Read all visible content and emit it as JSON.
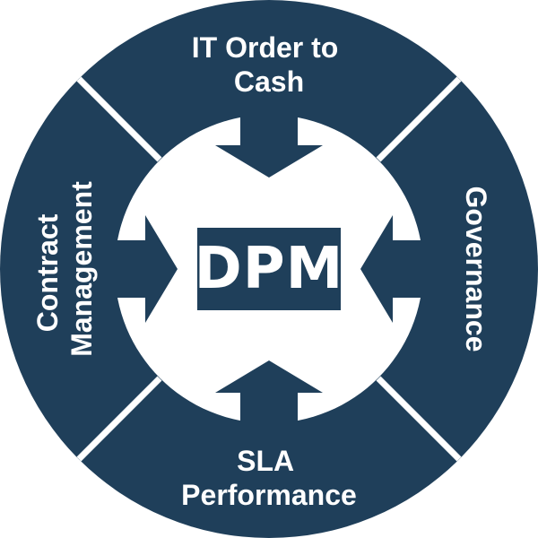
{
  "colors": {
    "navy": "#1f3f5a",
    "white": "#ffffff"
  },
  "center": {
    "logo": "DPM"
  },
  "segments": {
    "top": {
      "line1": "IT Order to",
      "line2": "Cash"
    },
    "right": {
      "line1": "Governance"
    },
    "bottom": {
      "line1": "SLA",
      "line2": "Performance"
    },
    "left": {
      "line1": "Contract",
      "line2": "Management"
    }
  },
  "arrows": [
    "arrow-down-icon",
    "arrow-left-icon",
    "arrow-up-icon",
    "arrow-right-icon"
  ]
}
